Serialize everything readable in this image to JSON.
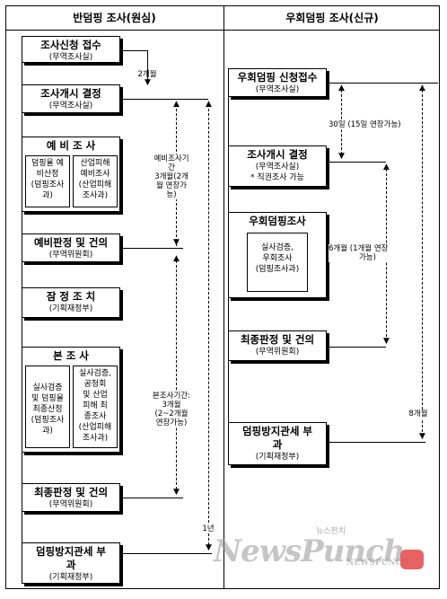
{
  "left": {
    "header": "반덤핑 조사(원심)",
    "steps": {
      "s1": {
        "title": "조사신청 접수",
        "sub": "(무역조사실)"
      },
      "s2": {
        "title": "조사개시 결정",
        "sub": "(무역조사실)"
      },
      "s3": {
        "title": "예 비 조 사",
        "left_box": [
          "덤핑율 예",
          "비산정",
          "(덤핑조사",
          "과)"
        ],
        "right_box": [
          "산업피해",
          "예비조사",
          "(산업피해",
          "조사과)"
        ]
      },
      "s4": {
        "title": "예비판정 및 건의",
        "sub": "(무역위원회)"
      },
      "s5": {
        "title": "잠 정 조 치",
        "sub": "(기획재정부)"
      },
      "s6": {
        "title": "본 조 사",
        "left_box": [
          "실사검증",
          "및 덤핑율",
          "최종산정",
          "(덤핑조사과)"
        ],
        "right_box": [
          "실사검증,",
          "공청회",
          "및 산업",
          "피해 최",
          "종조사",
          "(산업피해",
          "조사과)"
        ]
      },
      "s7": {
        "title": "최종판정 및 건의",
        "sub": "(무역위원회)"
      },
      "s8": {
        "title": "덤핑방지관세 부",
        "title2": "과",
        "sub": "(기획재정부)"
      }
    },
    "labels": {
      "two_months": "2개월",
      "prelim_period": [
        "예비조사기",
        "간",
        "3개월(2개",
        "월 연장가",
        "능)"
      ],
      "main_period": [
        "본조사기간:",
        "3개월",
        "(2~2개월",
        "연장가능)"
      ],
      "one_year": "1년"
    }
  },
  "right": {
    "header": "우회덤핑 조사(신규)",
    "steps": {
      "r1": {
        "title": "우회덤핑 신청접수",
        "sub": "(무역조사실)"
      },
      "r2": {
        "title": "조사개시 결정",
        "sub": "(무역조사실)",
        "note": "* 직권조사 가능"
      },
      "r3": {
        "title": "우회덤핑조사",
        "inner": [
          "실사검증,",
          "우회조사",
          "(덤핑조사과)"
        ]
      },
      "r4": {
        "title": "최종판정 및 건의",
        "sub": "(무역위원회)"
      },
      "r5": {
        "title": "덤핑방지관세 부",
        "title2": "과",
        "sub": "(기획재정부)"
      }
    },
    "labels": {
      "thirty_days": "30일 (15일 연장가능)",
      "six_months": [
        "6개월 (1개월 연장",
        "가능)"
      ],
      "eight_months": "8개월"
    }
  },
  "watermark": {
    "brand": "NewsPunch",
    "sub": "뉴스펀치",
    "corner": "NEWSPUNCH"
  },
  "icons": {
    "arrow_down": "arrow-down-icon",
    "arrow_up": "arrow-up-icon"
  }
}
